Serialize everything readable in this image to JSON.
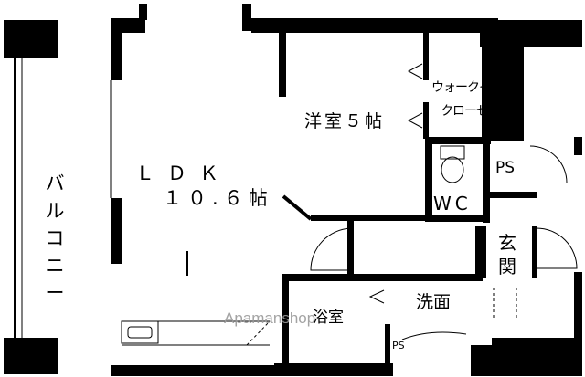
{
  "rooms": {
    "ldk_name": "ＬＤＫ",
    "ldk_size": "１０.６帖",
    "western_room": "洋室５帖",
    "walk_in_line1": "ウォークイン",
    "walk_in_line2": "クローゼット",
    "ps_upper": "PS",
    "wc": "WC",
    "entrance": "玄関",
    "washroom": "洗面",
    "bathroom": "浴室",
    "ps_lower": "PS",
    "balcony": "バルコニー"
  },
  "watermark": "Apamanshop",
  "colors": {
    "wall": "#000000",
    "background": "#ffffff",
    "watermark": "#9a9a9a"
  }
}
